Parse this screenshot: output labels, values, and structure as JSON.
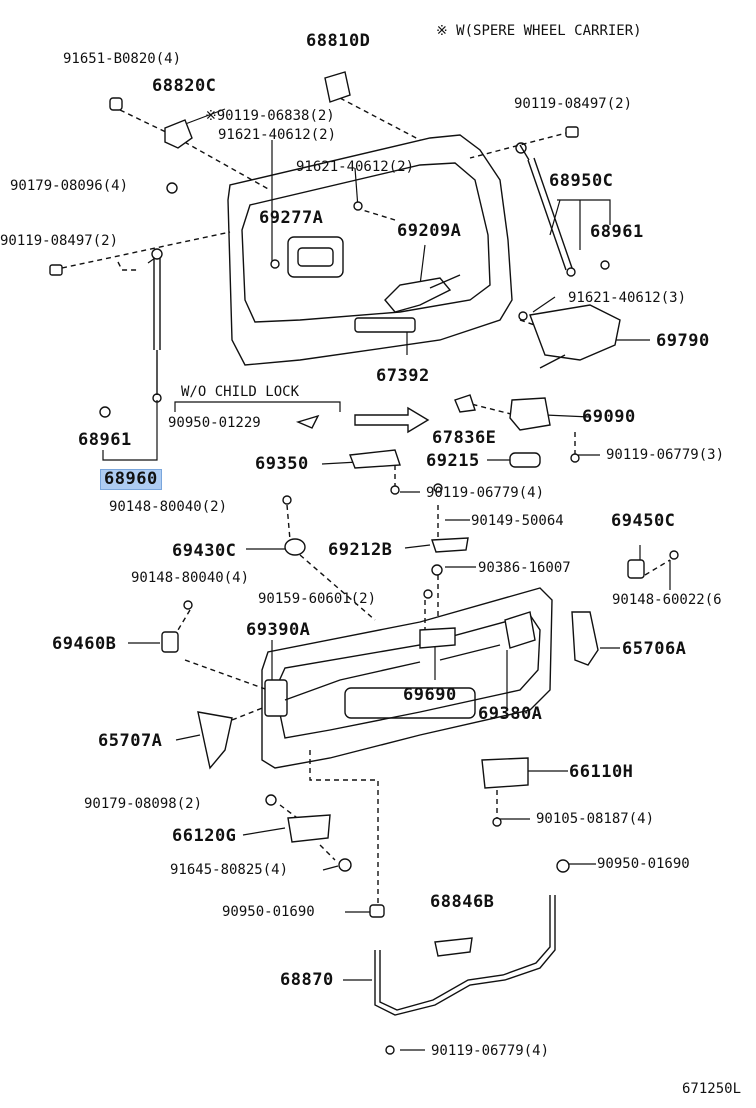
{
  "header_note": "※ W(SPERE WHEEL CARRIER)",
  "wo_child_lock": "W/O CHILD LOCK",
  "diagram_code": "671250L",
  "highlight_part": "68960",
  "labels": {
    "p91651": "91651-B0820(4)",
    "p68820C": "68820C",
    "p68810D": "68810D",
    "p90119_06838": "※90119-06838(2)",
    "p91621_40612_a": "91621-40612(2)",
    "p91621_40612_b": "91621-40612(2)",
    "p90119_08497_r": "90119-08497(2)",
    "p90179_08096": "90179-08096(4)",
    "p68950C": "68950C",
    "p69277A": "69277A",
    "p69209A": "69209A",
    "p68961_r": "68961",
    "p90119_08497_l": "90119-08497(2)",
    "p91621_40612_c": "91621-40612(3)",
    "p69790": "69790",
    "p67392": "67392",
    "p90950_01229": "90950-01229",
    "p68961_l": "68961",
    "p68960": "68960",
    "p69090": "69090",
    "p67836E": "67836E",
    "p69350": "69350",
    "p69215": "69215",
    "p90119_06779_a": "90119-06779(3)",
    "p90119_06779_b": "90119-06779(4)",
    "p90148_80040_a": "90148-80040(2)",
    "p90149_50064": "90149-50064",
    "p69450C": "69450C",
    "p69430C": "69430C",
    "p69212B": "69212B",
    "p90386_16007": "90386-16007",
    "p90148_80040_b": "90148-80040(4)",
    "p90159_60601": "90159-60601(2)",
    "p90148_60022": "90148-60022(6",
    "p69460B": "69460B",
    "p69390A": "69390A",
    "p65706A": "65706A",
    "p69690": "69690",
    "p69380A": "69380A",
    "p65707A": "65707A",
    "p66110H": "66110H",
    "p90179_08098": "90179-08098(2)",
    "p90105_08187": "90105-08187(4)",
    "p66120G": "66120G",
    "p91645_80825": "91645-80825(4)",
    "p90950_01690_r": "90950-01690",
    "p90950_01690_l": "90950-01690",
    "p68846B": "68846B",
    "p68870": "68870",
    "p90119_06779_c": "90119-06779(4)"
  }
}
